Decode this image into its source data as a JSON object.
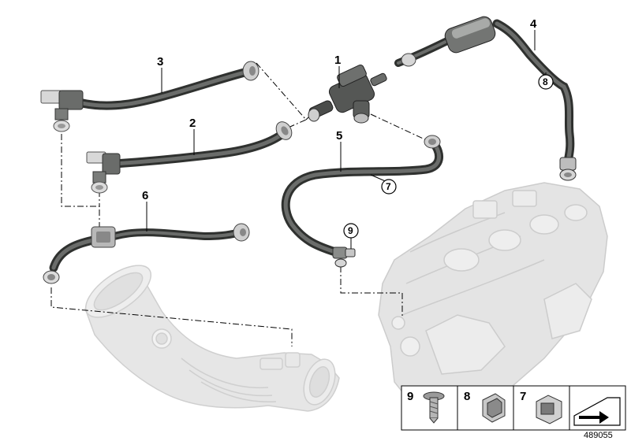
{
  "labels": {
    "part1": "1",
    "part2": "2",
    "part3": "3",
    "part4": "4",
    "part5": "5",
    "part6": "6",
    "circ7": "7",
    "circ8": "8",
    "circ9": "9"
  },
  "legend": {
    "item9": "9",
    "item8": "8",
    "item7": "7"
  },
  "reference_number": "489055",
  "colors": {
    "hose": "#5a5c5a",
    "hose_light": "#8a8c8a",
    "ghost": "#e2e2e2",
    "ghost_edge": "#c8c8c8",
    "line": "#000000"
  }
}
